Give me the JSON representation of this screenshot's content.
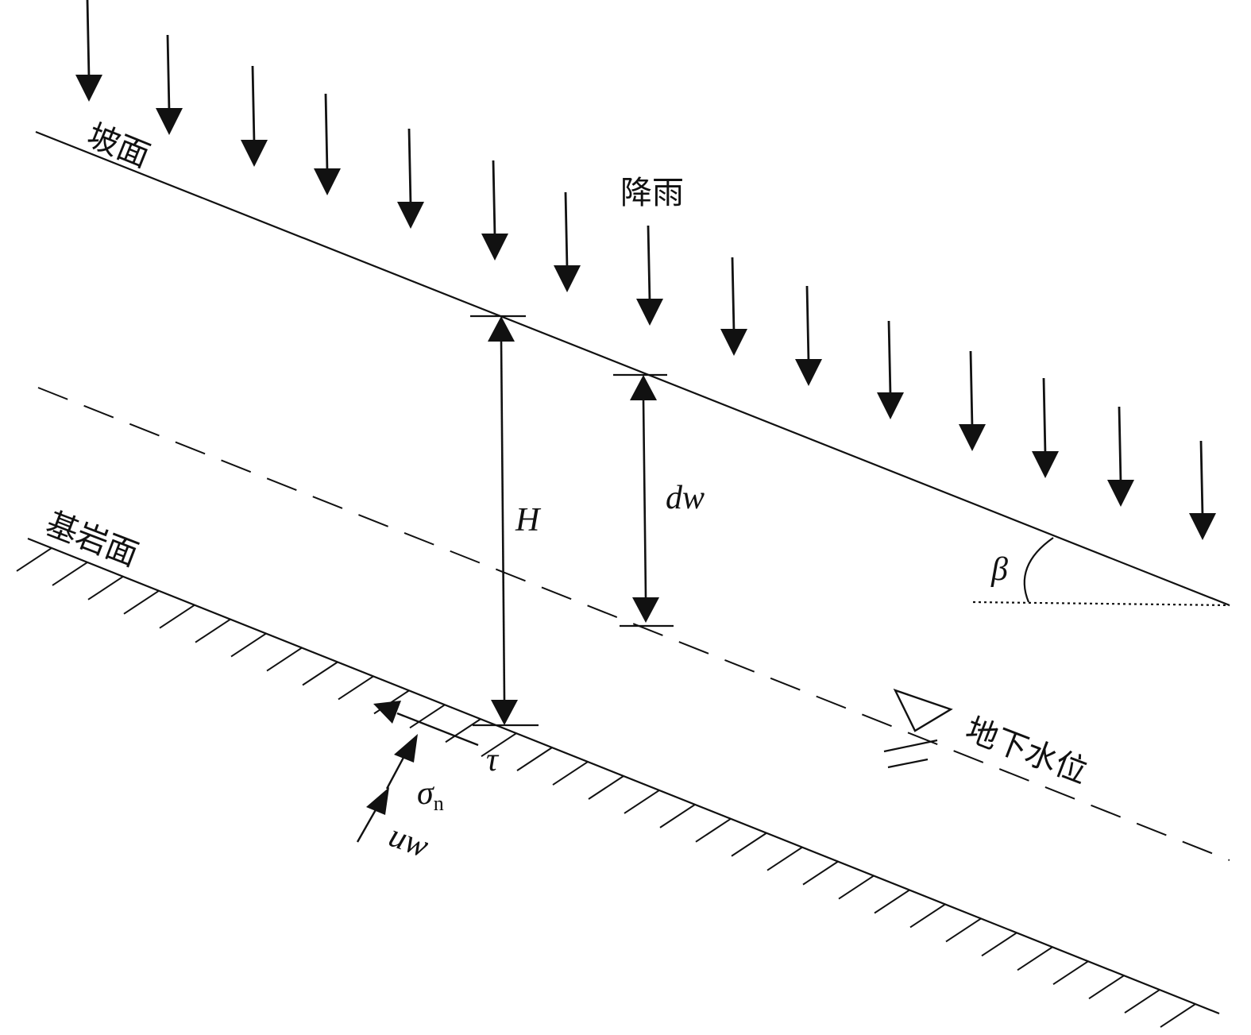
{
  "labels": {
    "slope_surface": "坡面",
    "rainfall": "降雨",
    "bedrock_surface": "基岩面",
    "groundwater_level": "地下水位",
    "H": "H",
    "dw": "dw",
    "beta": "β",
    "tau": "τ",
    "sigma": "σ",
    "sigma_sub": "n",
    "uw": "uw"
  },
  "colors": {
    "ink": "#111111",
    "background": "#ffffff"
  }
}
